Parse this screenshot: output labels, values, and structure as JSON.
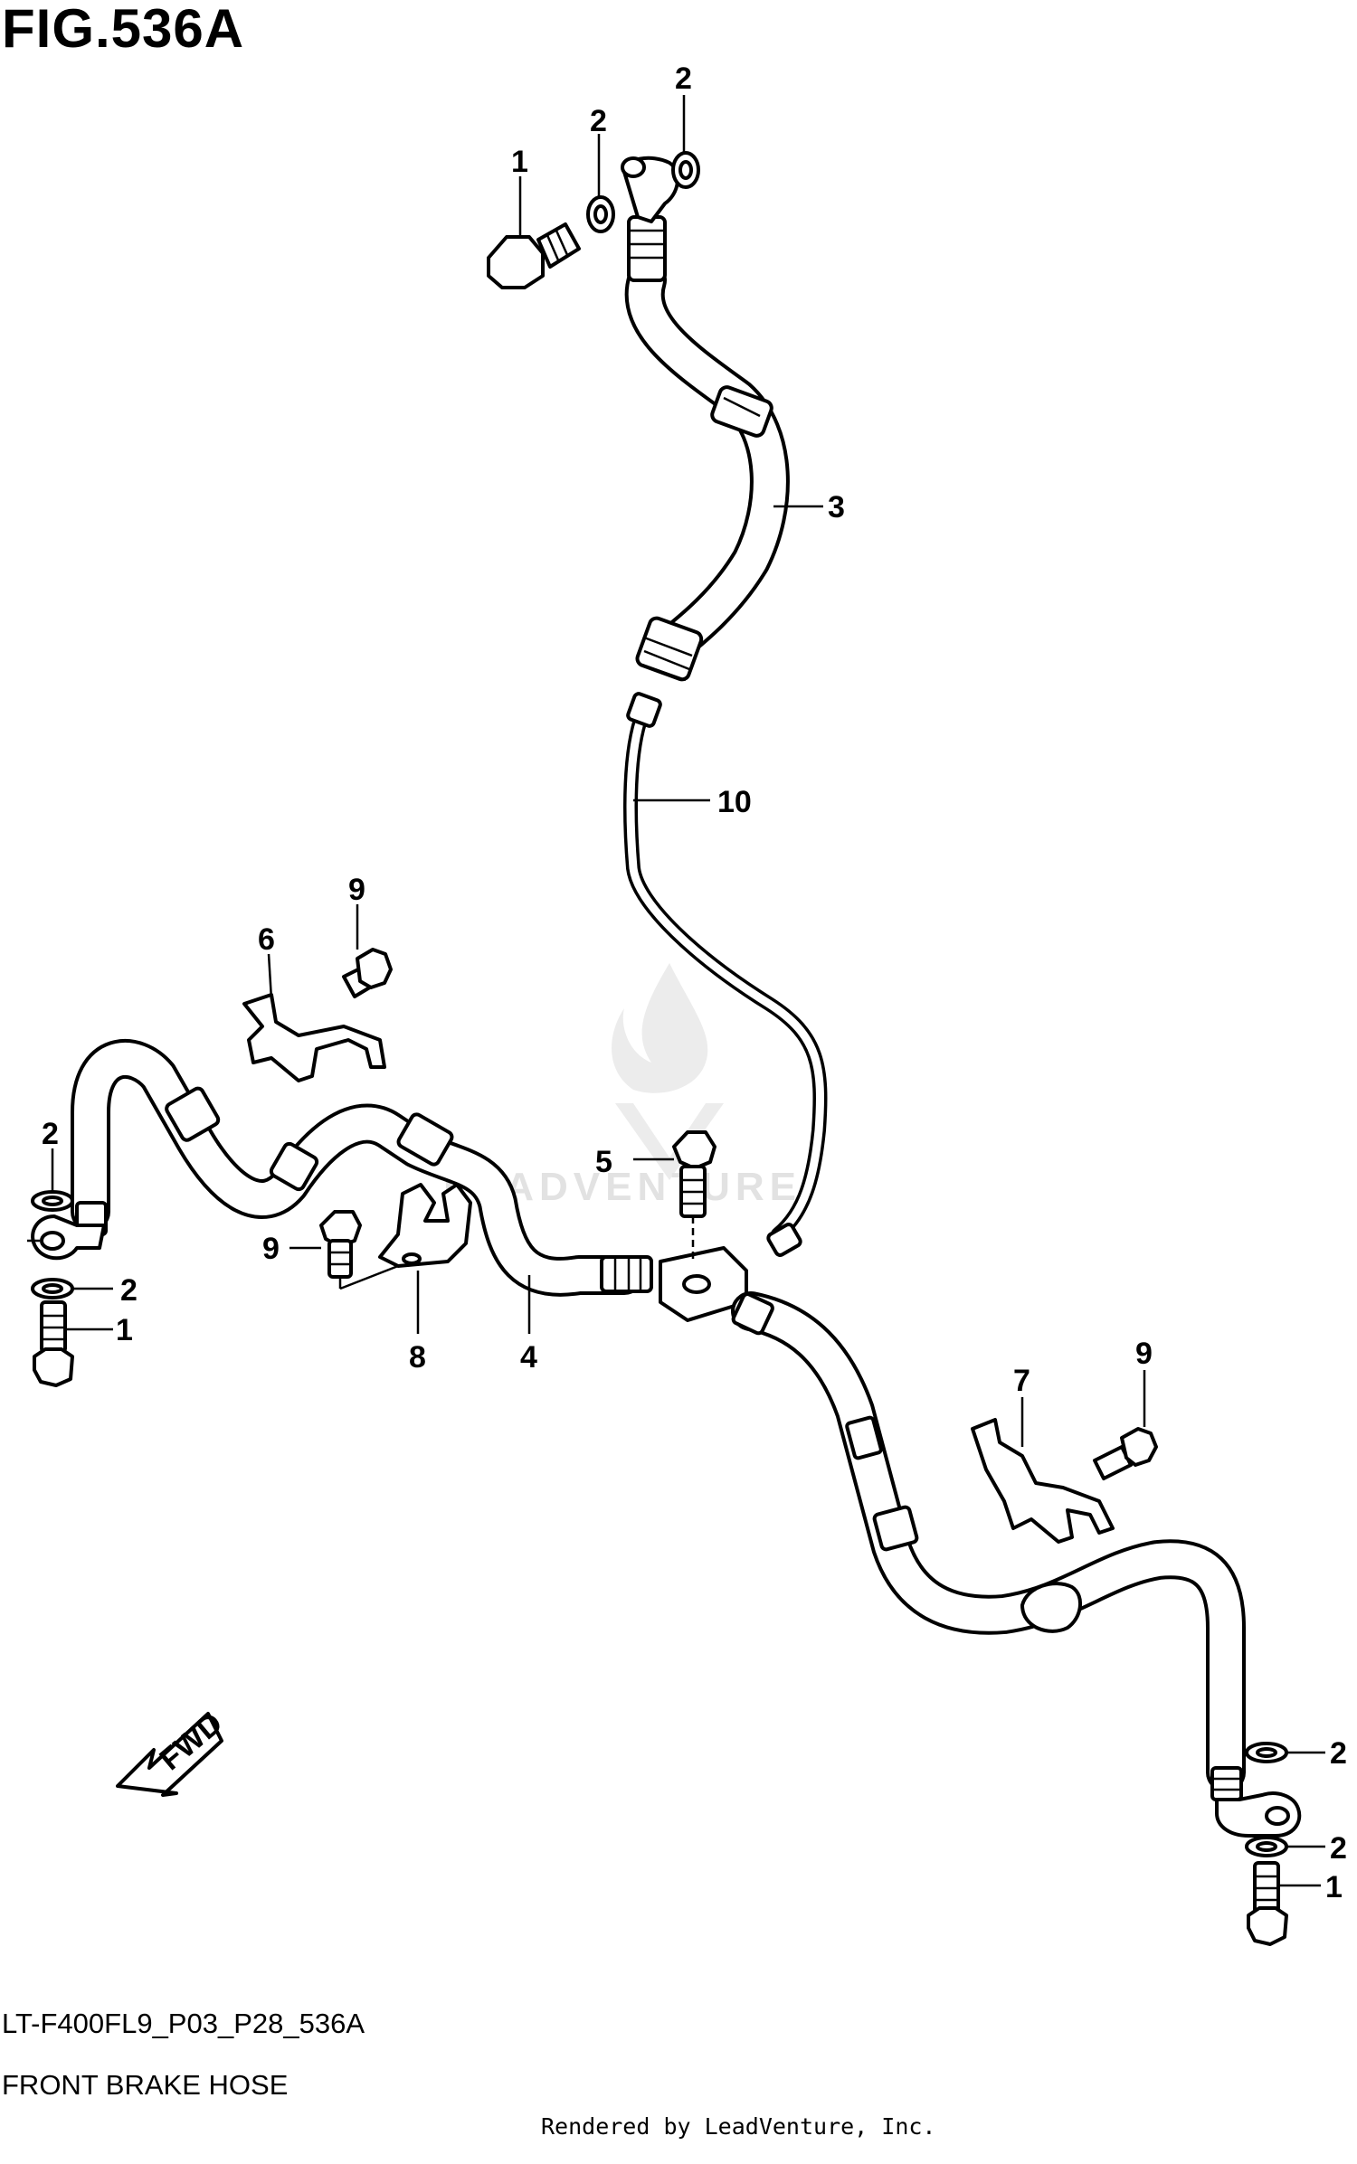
{
  "figure": {
    "title": "FIG.536A",
    "code": "LT-F400FL9_P03_P28_536A",
    "name": "FRONT BRAKE HOSE",
    "rendered_by": "Rendered by LeadVenture, Inc.",
    "watermark": "LEADVENTURE",
    "fwd_label": "FWD"
  },
  "callouts": {
    "bolt_top": "1",
    "washer_top_a": "2",
    "washer_top_b": "2",
    "upper_hose": "3",
    "brake_pipe": "10",
    "bracket_left": "6",
    "bolt_bracket_left": "9",
    "washer_left_a": "2",
    "washer_left_b": "2",
    "bolt_left": "1",
    "clamp_bolt": "9",
    "clamp": "8",
    "left_hose": "4",
    "joint_bolt": "5",
    "bracket_right": "7",
    "bolt_bracket_right": "9",
    "washer_right_a": "2",
    "washer_right_b": "2",
    "bolt_right": "1"
  }
}
